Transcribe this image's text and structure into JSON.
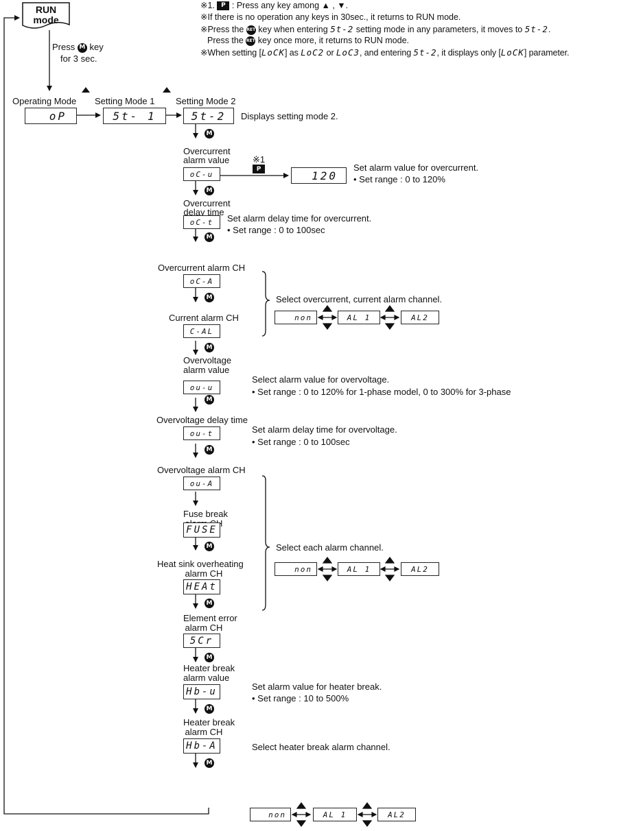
{
  "run_mode": {
    "line1": "RUN",
    "line2": "mode"
  },
  "press_m": {
    "pre": "Press",
    "post": "key",
    "line2": "for 3 sec."
  },
  "notes": {
    "n1_a": "※1.",
    "n1_key": "P",
    "n1_b": ": Press any key among ▲ , ▼.",
    "n2": "※If there is no operation any keys in 30sec., it returns to RUN mode.",
    "n3_a": "※Press the",
    "n3_key": "RET",
    "n3_b": "key when entering",
    "n3_seg1": "5t-2",
    "n3_c": "setting mode in any parameters, it moves to",
    "n3_seg2": "5t-2",
    "n3_d": ".",
    "n4_a": "Press the",
    "n4_key": "RET",
    "n4_b": "key once more, it returns to RUN mode.",
    "n5_a": "※When setting [",
    "n5_seg1": "LoCK",
    "n5_b": "] as",
    "n5_seg2": "LoC2",
    "n5_c": "or",
    "n5_seg3": "LoC3",
    "n5_d": ", and entering",
    "n5_seg4": "5t-2",
    "n5_e": ", it displays only [",
    "n5_seg5": "LoCK",
    "n5_f": "] parameter."
  },
  "modes": {
    "operating": "Operating Mode",
    "setting1": "Setting Mode 1",
    "setting2": "Setting Mode 2",
    "op": "oP",
    "st1": "5t- 1",
    "st2": "5t-2",
    "st2_desc": "Displays setting mode 2."
  },
  "m_key": "M",
  "p_key": "P",
  "mark1": "※1",
  "params": {
    "ocu": {
      "label1": "Overcurrent",
      "label2": "alarm value",
      "display": "oC-u",
      "value": "120",
      "desc1": "Set alarm value for overcurrent.",
      "desc2": "• Set range : 0 to 120%"
    },
    "oct": {
      "label1": "Overcurrent",
      "label2": "delay time",
      "display": "oC-t",
      "desc1": "Set alarm delay time for overcurrent.",
      "desc2": "• Set range : 0 to 100sec"
    },
    "oca": {
      "label1": "Overcurrent alarm CH",
      "display": "oC-A"
    },
    "cal": {
      "label1": "Current alarm CH",
      "display": "C-AL"
    },
    "current_group_desc": "Select overcurrent, current alarm channel.",
    "ouu": {
      "label1": "Overvoltage",
      "label2": "alarm value",
      "display": "ou-u",
      "desc1": "Select alarm value for overvoltage.",
      "desc2": "• Set range : 0 to 120% for 1-phase model, 0 to 300% for 3-phase"
    },
    "out": {
      "label1": "Overvoltage delay time",
      "display": "ou-t",
      "desc1": "Set alarm delay time for overvoltage.",
      "desc2": "• Set range : 0 to 100sec"
    },
    "oua": {
      "label1": "Overvoltage alarm CH",
      "display": "ou-A"
    },
    "fuse": {
      "label1": "Fuse break",
      "label2": "alarm CH",
      "display": "FUSE"
    },
    "heat": {
      "label1": "Heat sink overheating",
      "label2": "alarm CH",
      "display": "HEAt"
    },
    "scr": {
      "label1": "Element error",
      "label2": "alarm CH",
      "display": "5Cr"
    },
    "each_group_desc": "Select each alarm channel.",
    "hbu": {
      "label1": "Heater break",
      "label2": "alarm value",
      "display": "Hb-u",
      "desc1": "Set alarm value for heater break.",
      "desc2": "• Set range : 10 to 500%"
    },
    "hba": {
      "label1": "Heater break",
      "label2": "alarm CH",
      "display": "Hb-A",
      "desc1": "Select heater break alarm channel."
    }
  },
  "channel_options": [
    "non",
    "AL 1",
    "AL2"
  ]
}
